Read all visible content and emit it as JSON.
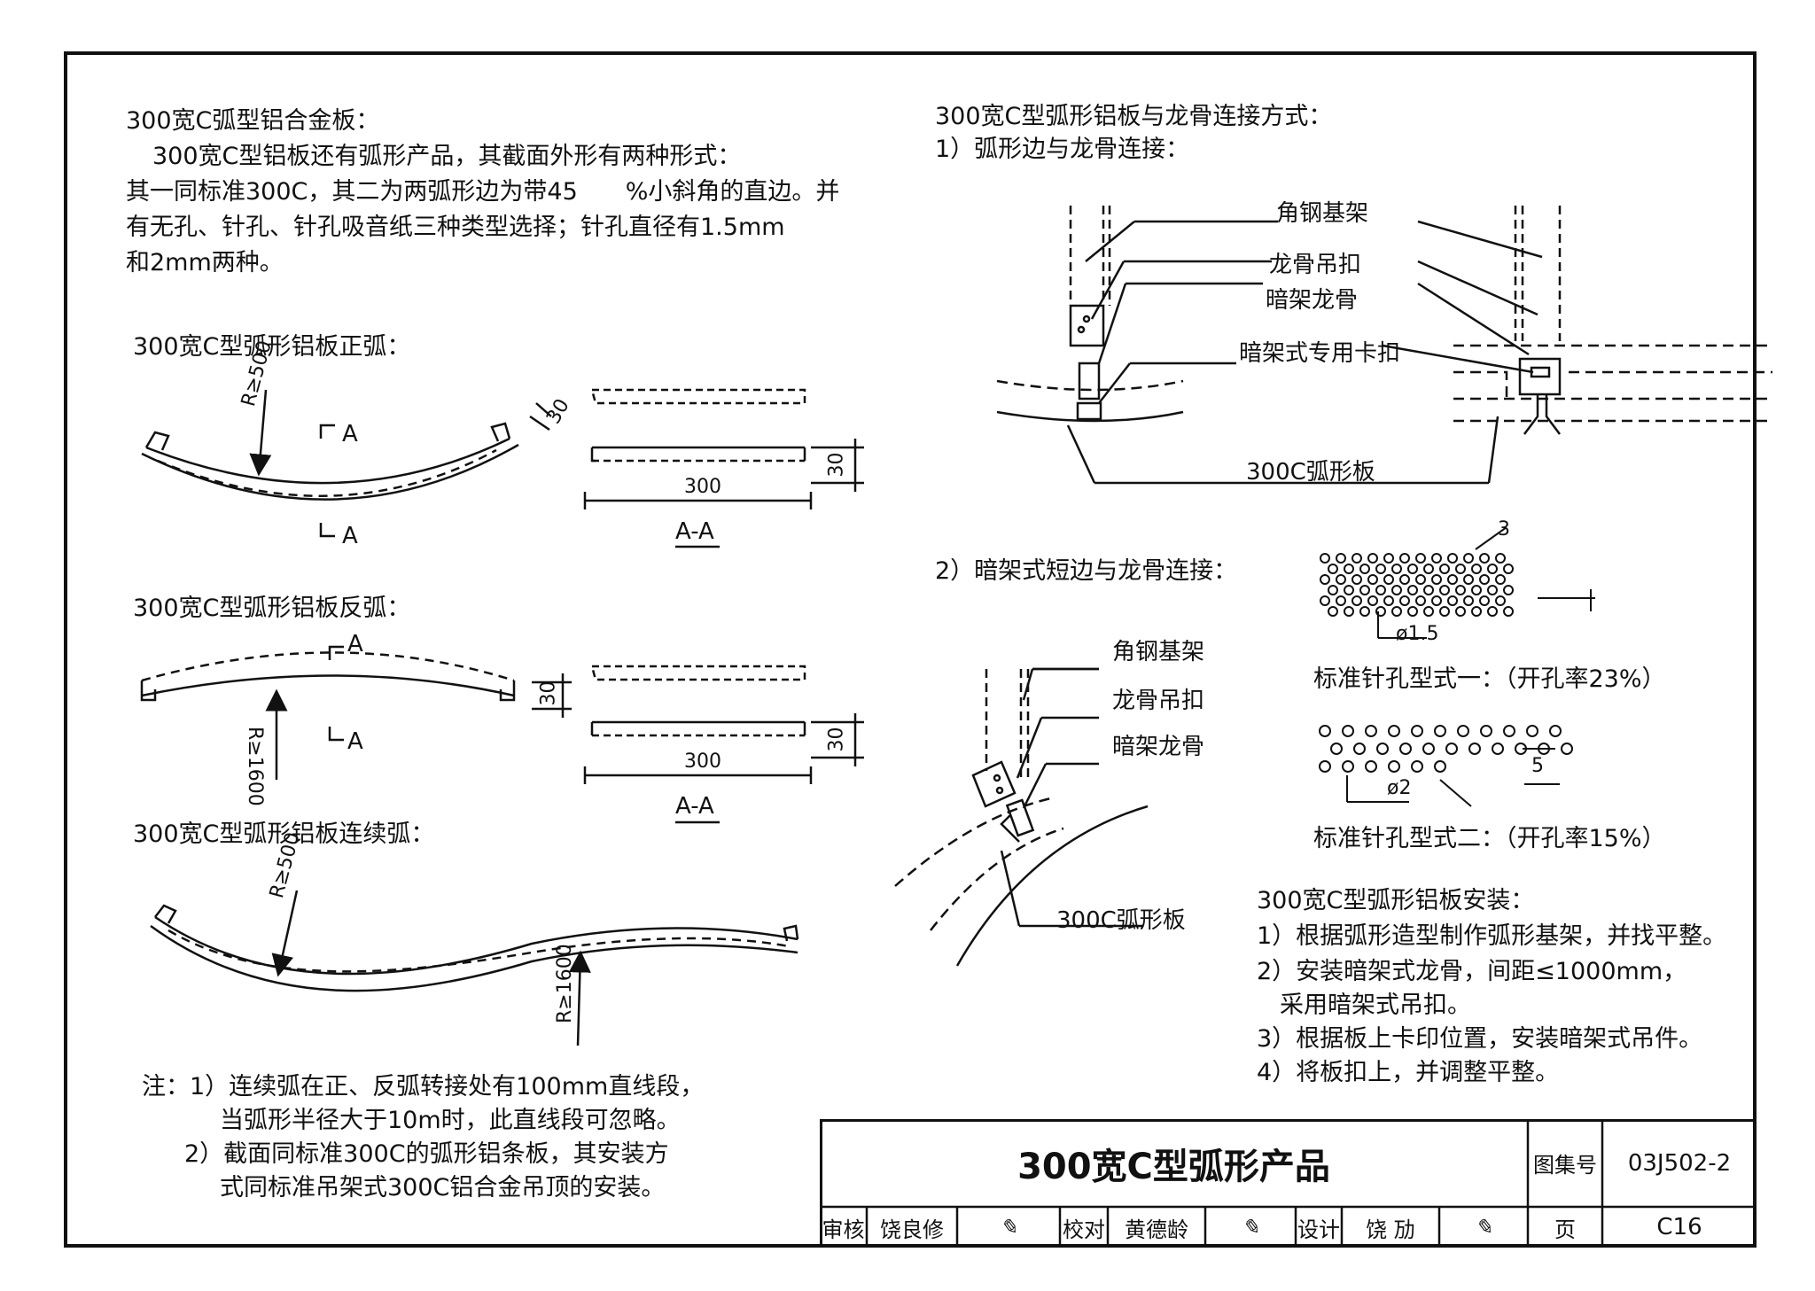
{
  "left": {
    "intro_title": "300宽C弧型铝合金板：",
    "intro_lines": [
      "300宽C型铝板还有弧形产品，其截面外形有两种形式：",
      "其一同标准300C，其二为两弧形边为带45　　%小斜角的直边。并",
      "有无孔、针孔、针孔吸音纸三种类型选择；针孔直径有1.5mm",
      "和2mm两种。"
    ],
    "sec1": {
      "title": "300宽C型弧形铝板正弧：",
      "radius": "R≥500",
      "dim_thick": "30",
      "section_mark": "A",
      "width": "300",
      "height": "30",
      "section_label": "A-A"
    },
    "sec2": {
      "title": "300宽C型弧形铝板反弧：",
      "radius": "R≥1600",
      "dim_thick": "30",
      "section_mark": "A",
      "width": "300",
      "height": "30",
      "section_label": "A-A"
    },
    "sec3": {
      "title": "300宽C型弧形铝板连续弧：",
      "radius1": "R≥500",
      "radius2": "R≥1600"
    },
    "notes": [
      "注：1）连续弧在正、反弧转接处有100mm直线段，",
      "当弧形半径大于10m时，此直线段可忽略。",
      "2）截面同标准300C的弧形铝条板，其安装方",
      "式同标准吊架式300C铝合金吊顶的安装。"
    ]
  },
  "right": {
    "conn_title": "300宽C型弧形铝板与龙骨连接方式：",
    "conn1_title": "1）弧形边与龙骨连接：",
    "conn1_labels": [
      "角钢基架",
      "龙骨吊扣",
      "暗架龙骨",
      "暗架式专用卡扣",
      "300C弧形板"
    ],
    "conn2_title": "2）暗架式短边与龙骨连接：",
    "conn2_labels": [
      "角钢基架",
      "龙骨吊扣",
      "暗架龙骨",
      "300C弧形板"
    ],
    "hole1": {
      "dia": "ø1.5",
      "dim": "3",
      "caption": "标准针孔型式一：（开孔率23%）"
    },
    "hole2": {
      "dia": "ø2",
      "dim": "5",
      "caption": "标准针孔型式二：（开孔率15%）"
    },
    "install_title": "300宽C型弧形铝板安装：",
    "install_steps": [
      "1）根据弧形造型制作弧形基架，并找平整。",
      "2）安装暗架式龙骨，间距≤1000mm，",
      "采用暗架式吊扣。",
      "3）根据板上卡印位置，安装暗架式吊件。",
      "4）将板扣上，并调整平整。"
    ]
  },
  "titleblock": {
    "title": "300宽C型弧形产品",
    "atlas_label": "图集号",
    "atlas_no": "03J502-2",
    "review_label": "审核",
    "reviewer": "饶良修",
    "check_label": "校对",
    "checker": "黄德龄",
    "design_label": "设计",
    "designer": "饶 劢",
    "page_label": "页",
    "page_no": "C16"
  }
}
